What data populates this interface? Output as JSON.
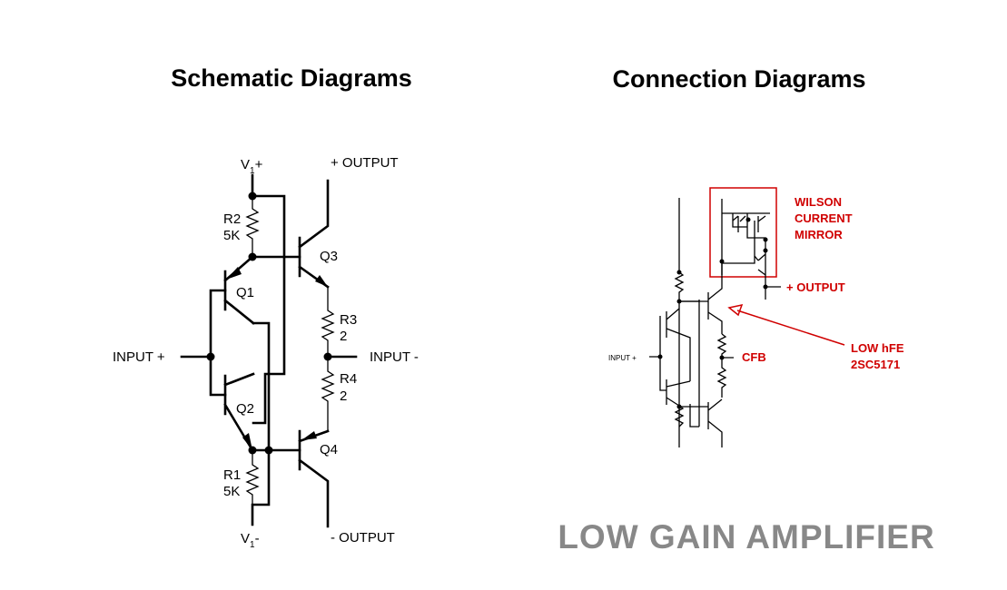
{
  "headings": {
    "schematic": "Schematic Diagrams",
    "connection": "Connection Diagrams"
  },
  "schematic": {
    "supply_pos": {
      "main": "V",
      "sub": "1",
      "sign": "+"
    },
    "supply_neg": {
      "main": "V",
      "sub": "1",
      "sign": "-"
    },
    "output_pos": "+ OUTPUT",
    "output_neg": "- OUTPUT",
    "input_pos": "INPUT +",
    "input_neg": "INPUT -",
    "r2": {
      "name": "R2",
      "value": "5K"
    },
    "r1": {
      "name": "R1",
      "value": "5K"
    },
    "r3": {
      "name": "R3",
      "value": "2"
    },
    "r4": {
      "name": "R4",
      "value": "2"
    },
    "q1": "Q1",
    "q2": "Q2",
    "q3": "Q3",
    "q4": "Q4"
  },
  "connection": {
    "input_label": "INPUT +",
    "wilson_line1": "WILSON",
    "wilson_line2": "CURRENT",
    "wilson_line3": "MIRROR",
    "output_label": "+ OUTPUT",
    "cfb_label": "CFB",
    "low_hfe_line1": "LOW hFE",
    "low_hfe_line2": "2SC5171",
    "annotation_color": "#d00000"
  },
  "banner": "LOW GAIN AMPLIFIER"
}
